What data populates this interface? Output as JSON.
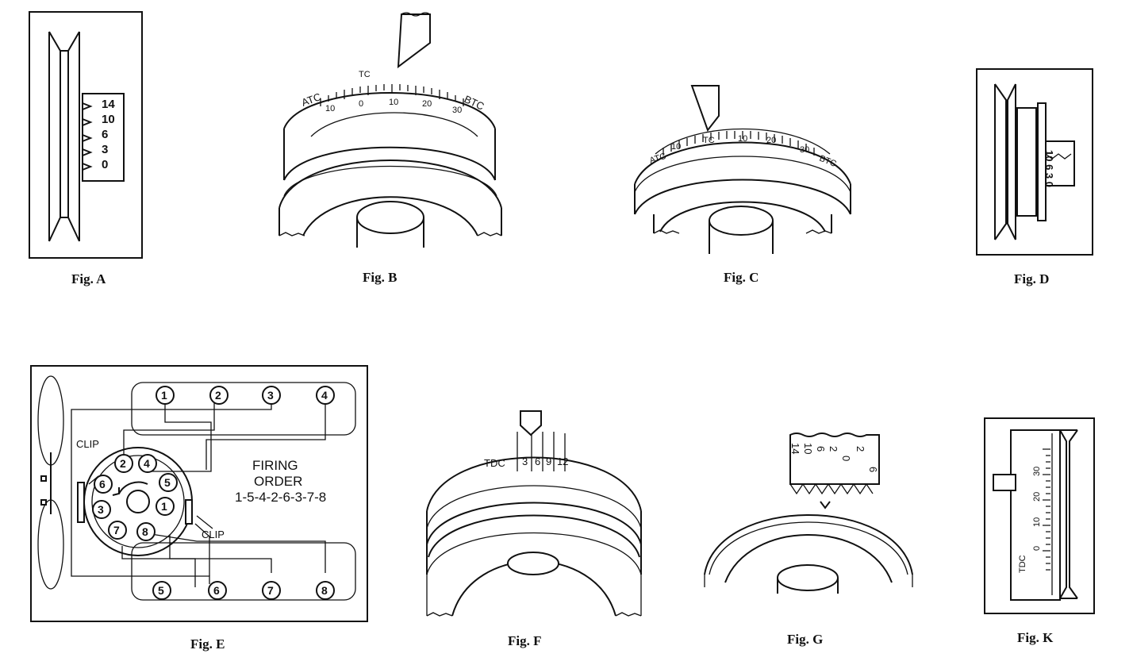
{
  "figures": {
    "a": {
      "caption": "Fig. A",
      "scale": [
        "14",
        "10",
        "6",
        "3",
        "0"
      ]
    },
    "b": {
      "caption": "Fig. B",
      "left_label": "ATC",
      "center_label": "TC",
      "right_label": "BTC",
      "numbers": [
        "10",
        "0",
        "10",
        "20",
        "30"
      ]
    },
    "c": {
      "caption": "Fig. C",
      "left_label": "ATC",
      "center_label": "TC",
      "right_label": "BTC",
      "numbers": [
        "10",
        "10",
        "20",
        "30"
      ]
    },
    "d": {
      "caption": "Fig. D",
      "scale": "10 6 3 0"
    },
    "e": {
      "caption": "Fig. E",
      "clip_left": "CLIP",
      "clip_right": "CLIP",
      "firing_title_1": "FIRING",
      "firing_title_2": "ORDER",
      "firing_sequence": "1-5-4-2-6-3-7-8",
      "top_cylinders": [
        "1",
        "2",
        "3",
        "4"
      ],
      "bottom_cylinders": [
        "5",
        "6",
        "7",
        "8"
      ],
      "cap_terminals": [
        "2",
        "4",
        "6",
        "5",
        "3",
        "1",
        "7",
        "8"
      ]
    },
    "f": {
      "caption": "Fig. F",
      "left_label": "TDC",
      "numbers": [
        "3",
        "6",
        "9",
        "12"
      ]
    },
    "g": {
      "caption": "Fig. G",
      "numbers": [
        "14",
        "10",
        "6",
        "2",
        "0",
        "2",
        "6"
      ]
    },
    "k": {
      "caption": "Fig. K",
      "label": "TDC",
      "numbers": [
        "0",
        "10",
        "20",
        "30"
      ]
    }
  }
}
